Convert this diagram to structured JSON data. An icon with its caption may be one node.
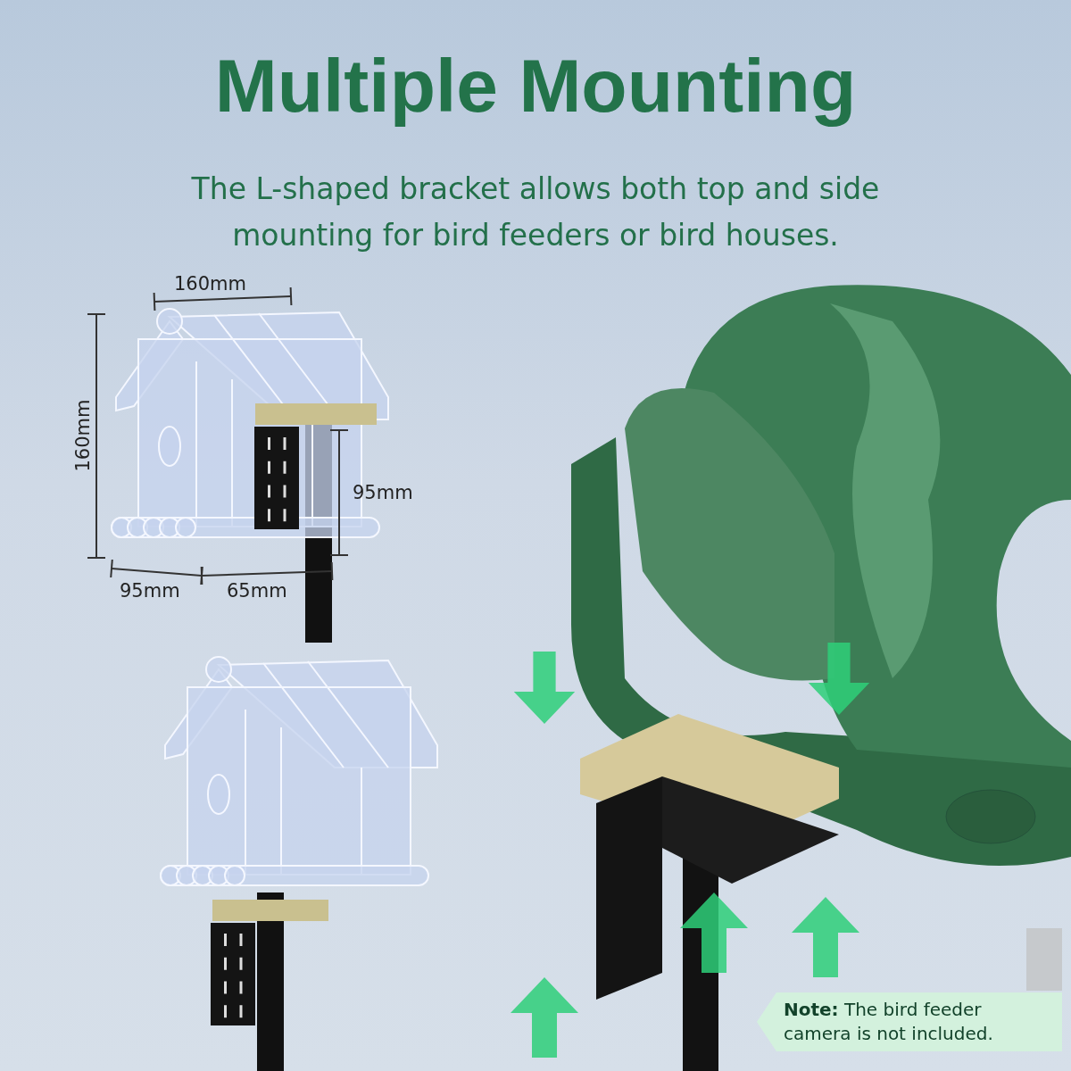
{
  "diagram": {
    "title": "Multiple Mounting",
    "labels": [
      "The L-shaped bracket allows both top and side mounting for bird feeders or bird houses.",
      "160mm",
      "160mm",
      "95mm",
      "95mm",
      "65mm",
      "**Note:** The bird feeder camera is not included."
    ]
  }
}
